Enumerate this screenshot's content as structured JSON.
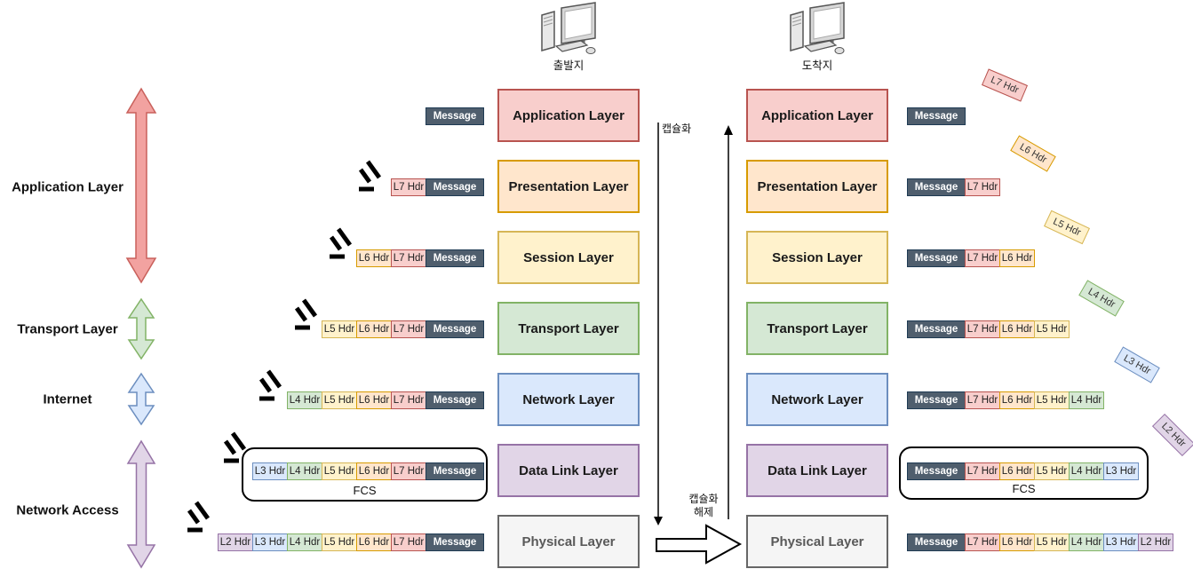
{
  "computers": {
    "source": "출발지",
    "destination": "도착지"
  },
  "flow_labels": {
    "encapsulation": "캡슐화",
    "decapsulation_line1": "캡슐화",
    "decapsulation_line2": "해제"
  },
  "fcs_label": "FCS",
  "tcpip_groups": [
    {
      "label": "Application Layer",
      "fill": "#f2a2a0",
      "stroke": "#c9605b"
    },
    {
      "label": "Transport Layer",
      "fill": "#d5e8d4",
      "stroke": "#82b366"
    },
    {
      "label": "Internet",
      "fill": "#dae8fc",
      "stroke": "#6c8ebf"
    },
    {
      "label": "Network Access",
      "fill": "#e1d5e7",
      "stroke": "#9673a6"
    }
  ],
  "osi_layers": [
    {
      "name": "Application Layer",
      "fill": "#f8cecc",
      "stroke": "#b85450",
      "text": "#1a1a1a"
    },
    {
      "name": "Presentation Layer",
      "fill": "#ffe6cc",
      "stroke": "#d79b00",
      "text": "#1a1a1a"
    },
    {
      "name": "Session Layer",
      "fill": "#fff2cc",
      "stroke": "#d6b656",
      "text": "#1a1a1a"
    },
    {
      "name": "Transport Layer",
      "fill": "#d5e8d4",
      "stroke": "#82b366",
      "text": "#1a1a1a"
    },
    {
      "name": "Network Layer",
      "fill": "#dae8fc",
      "stroke": "#6c8ebf",
      "text": "#1a1a1a"
    },
    {
      "name": "Data Link Layer",
      "fill": "#e1d5e7",
      "stroke": "#9673a6",
      "text": "#1a1a1a"
    },
    {
      "name": "Physical Layer",
      "fill": "#f5f5f5",
      "stroke": "#666666",
      "text": "#595959"
    }
  ],
  "packet_units": {
    "message": {
      "label": "Message",
      "fill": "#4f5e6d",
      "border": "#1f3b54",
      "text": "#ffffff"
    },
    "l7": {
      "label": "L7 Hdr",
      "fill": "#f8cecc",
      "border": "#b85450",
      "text": "#222222"
    },
    "l6": {
      "label": "L6 Hdr",
      "fill": "#ffe6cc",
      "border": "#d79b00",
      "text": "#222222"
    },
    "l5": {
      "label": "L5 Hdr",
      "fill": "#fff2cc",
      "border": "#d6b656",
      "text": "#222222"
    },
    "l4": {
      "label": "L4 Hdr",
      "fill": "#d5e8d4",
      "border": "#82b366",
      "text": "#222222"
    },
    "l3": {
      "label": "L3 Hdr",
      "fill": "#dae8fc",
      "border": "#6c8ebf",
      "text": "#222222"
    },
    "l2": {
      "label": "L2 Hdr",
      "fill": "#e1d5e7",
      "border": "#9673a6",
      "text": "#222222"
    }
  },
  "left_rows": [
    [
      "message"
    ],
    [
      "l7",
      "message"
    ],
    [
      "l6",
      "l7",
      "message"
    ],
    [
      "l5",
      "l6",
      "l7",
      "message"
    ],
    [
      "l4",
      "l5",
      "l6",
      "l7",
      "message"
    ],
    [
      "l3",
      "l4",
      "l5",
      "l6",
      "l7",
      "message"
    ],
    [
      "l2",
      "l3",
      "l4",
      "l5",
      "l6",
      "l7",
      "message"
    ]
  ],
  "right_rows": [
    [
      "message"
    ],
    [
      "message",
      "l7"
    ],
    [
      "message",
      "l7",
      "l6"
    ],
    [
      "message",
      "l7",
      "l6",
      "l5"
    ],
    [
      "message",
      "l7",
      "l6",
      "l5",
      "l4"
    ],
    [
      "message",
      "l7",
      "l6",
      "l5",
      "l4",
      "l3"
    ],
    [
      "message",
      "l7",
      "l6",
      "l5",
      "l4",
      "l3",
      "l2"
    ]
  ],
  "discarded_tags": [
    "l7",
    "l6",
    "l5",
    "l4",
    "l3",
    "l2"
  ]
}
